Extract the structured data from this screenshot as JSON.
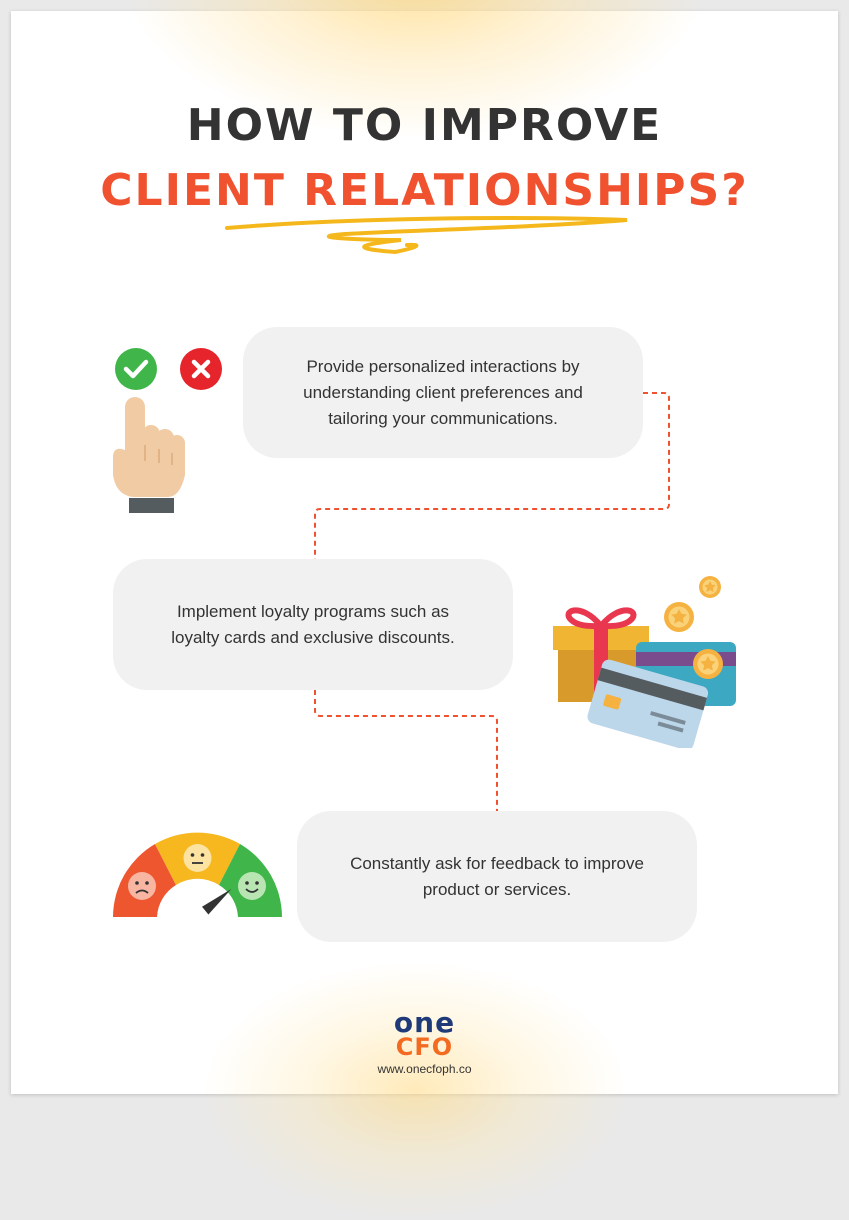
{
  "title": {
    "line1": "HOW TO IMPROVE",
    "line2": "CLIENT RELATIONSHIPS?"
  },
  "tips": [
    {
      "text": "Provide personalized interactions by understanding client preferences and tailoring your communications.",
      "icon": "hand-choice-icon"
    },
    {
      "text": "Implement loyalty programs such as loyalty cards and exclusive discounts.",
      "icon": "gift-and-cards-icon"
    },
    {
      "text": "Constantly ask for feedback to improve product or services.",
      "icon": "feedback-gauge-icon"
    }
  ],
  "gauge": {
    "level": 0.78
  },
  "footer": {
    "logo_top": "one",
    "logo_bottom": "CFO",
    "url": "www.onecfoph.co"
  },
  "colors": {
    "accent": "#f0522f",
    "title": "#333333",
    "card_bg": "#f1f1f1",
    "connector": "#f0522f",
    "underline": "#f5b81c",
    "logo_navy": "#1e3a78",
    "logo_orange": "#f26b21"
  }
}
